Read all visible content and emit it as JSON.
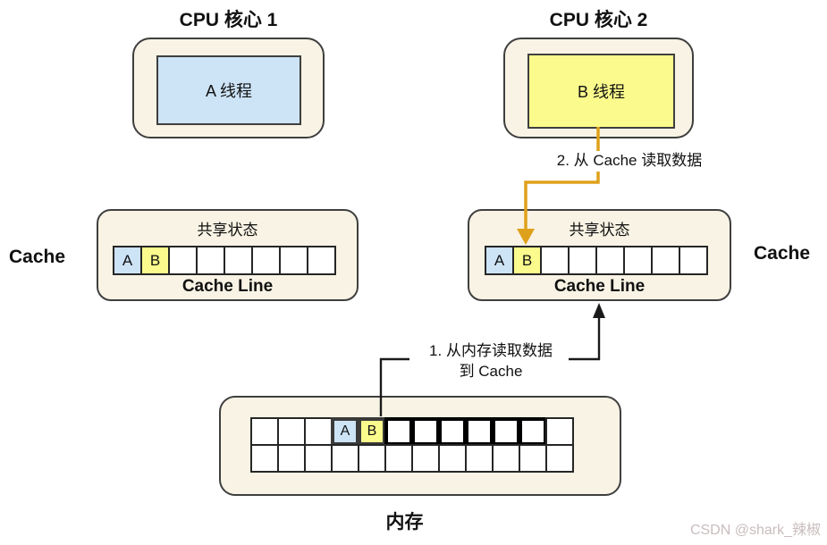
{
  "colors": {
    "beige": "#F8F3E4",
    "blue": "#CDE3F6",
    "yellow": "#FBFB8D",
    "orange": "#DFA11B",
    "box-border": "#3F3F3F",
    "line": "#1A1A1A",
    "watermark": "#C9BDBD"
  },
  "cpu1": {
    "title": "CPU 核心 1",
    "thread": "A 线程"
  },
  "cpu2": {
    "title": "CPU 核心 2",
    "thread": "B 线程"
  },
  "annotations": {
    "step2": "2. 从 Cache 读取数据",
    "step1_line1": "1. 从内存读取数据",
    "step1_line2": "到 Cache"
  },
  "cache_left": {
    "side_label": "Cache",
    "state_label": "共享状态",
    "line_label": "Cache Line",
    "cells": [
      {
        "label": "A",
        "style": "a"
      },
      {
        "label": "B",
        "style": "b"
      },
      {
        "label": "",
        "style": "plain"
      },
      {
        "label": "",
        "style": "plain"
      },
      {
        "label": "",
        "style": "plain"
      },
      {
        "label": "",
        "style": "plain"
      },
      {
        "label": "",
        "style": "plain"
      },
      {
        "label": "",
        "style": "plain"
      }
    ]
  },
  "cache_right": {
    "side_label": "Cache",
    "state_label": "共享状态",
    "line_label": "Cache Line",
    "cells": [
      {
        "label": "A",
        "style": "a"
      },
      {
        "label": "B",
        "style": "b"
      },
      {
        "label": "",
        "style": "plain"
      },
      {
        "label": "",
        "style": "plain"
      },
      {
        "label": "",
        "style": "plain"
      },
      {
        "label": "",
        "style": "plain"
      },
      {
        "label": "",
        "style": "plain"
      },
      {
        "label": "",
        "style": "plain"
      }
    ]
  },
  "memory": {
    "label": "内存",
    "top_row": [
      {
        "label": "",
        "style": "plain"
      },
      {
        "label": "",
        "style": "plain"
      },
      {
        "label": "",
        "style": "plain"
      },
      {
        "label": "A",
        "style": "a-mem"
      },
      {
        "label": "B",
        "style": "b-mem"
      },
      {
        "label": "",
        "style": "bold"
      },
      {
        "label": "",
        "style": "bold"
      },
      {
        "label": "",
        "style": "bold"
      },
      {
        "label": "",
        "style": "bold"
      },
      {
        "label": "",
        "style": "bold"
      },
      {
        "label": "",
        "style": "bold"
      },
      {
        "label": "",
        "style": "plain"
      }
    ],
    "bottom_row": [
      {
        "label": "",
        "style": "plain"
      },
      {
        "label": "",
        "style": "plain"
      },
      {
        "label": "",
        "style": "plain"
      },
      {
        "label": "",
        "style": "plain"
      },
      {
        "label": "",
        "style": "plain"
      },
      {
        "label": "",
        "style": "plain"
      },
      {
        "label": "",
        "style": "plain"
      },
      {
        "label": "",
        "style": "plain"
      },
      {
        "label": "",
        "style": "plain"
      },
      {
        "label": "",
        "style": "plain"
      },
      {
        "label": "",
        "style": "plain"
      },
      {
        "label": "",
        "style": "plain"
      }
    ]
  },
  "watermark": "CSDN @shark_辣椒"
}
